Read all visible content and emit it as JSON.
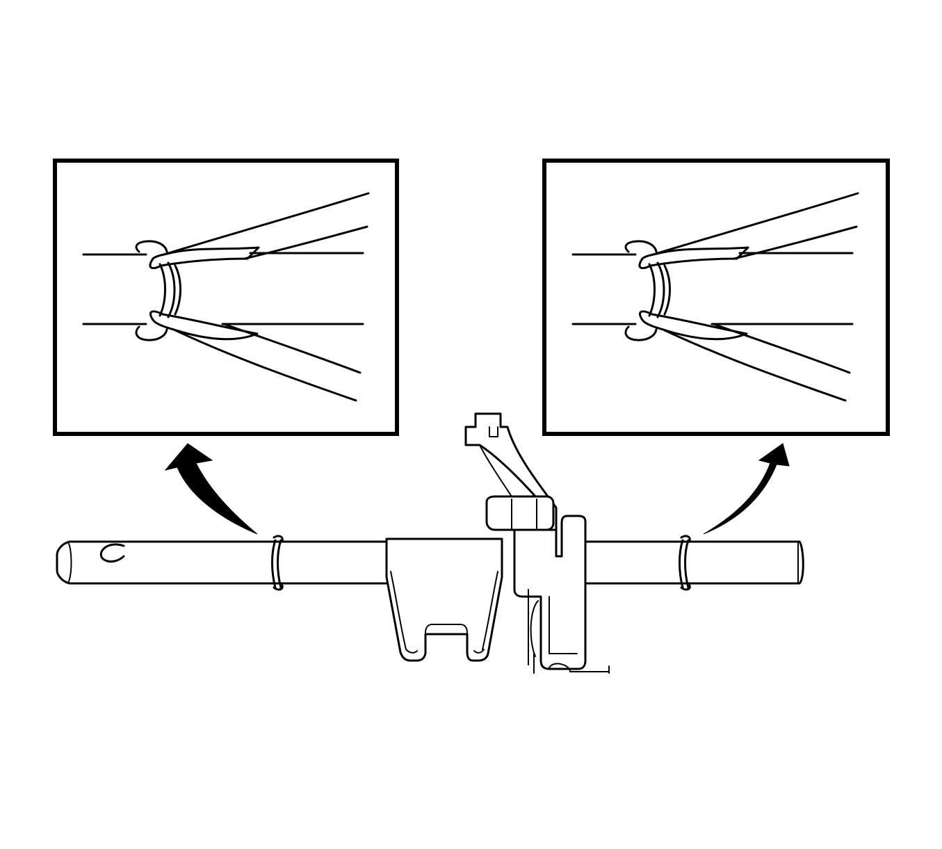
{
  "diagram": {
    "kind": "line-illustration",
    "subject": "shift-rail-with-retaining-rings",
    "colors": {
      "line": "#000000",
      "background": "#ffffff"
    },
    "insets": [
      {
        "id": "left",
        "shows": "snap-ring-pliers-on-retaining-ring"
      },
      {
        "id": "right",
        "shows": "snap-ring-pliers-on-retaining-ring"
      }
    ],
    "arrows": [
      {
        "from": "left-retaining-ring",
        "to": "left-inset"
      },
      {
        "from": "right-retaining-ring",
        "to": "right-inset"
      }
    ]
  }
}
